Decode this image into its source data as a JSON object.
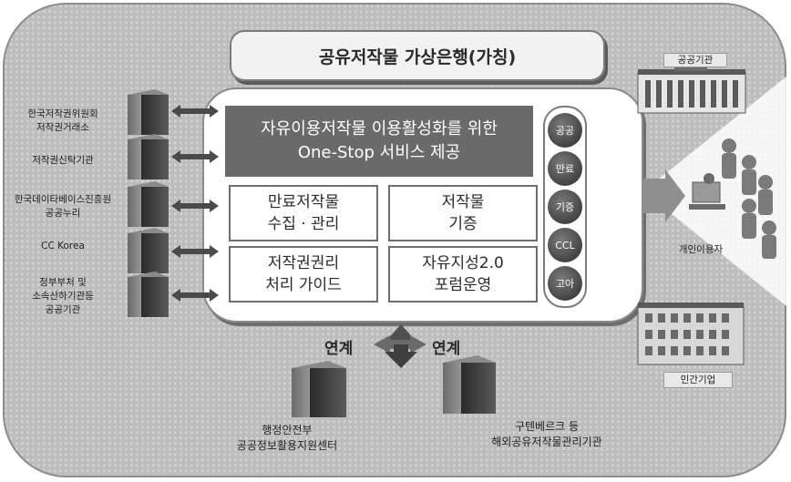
{
  "title": "공유저작물 가상은행(가칭)",
  "banner": {
    "line1": "자유이용저작물 이용활성화를 위한",
    "line2": "One-Stop 서비스 제공"
  },
  "cells": [
    {
      "line1": "만료저작물",
      "line2": "수집 · 관리"
    },
    {
      "line1": "저작물",
      "line2": "기증"
    },
    {
      "line1": "저작권권리",
      "line2": "처리 가이드"
    },
    {
      "line1": "자유지성2.0",
      "line2": "포럼운영"
    }
  ],
  "pills": [
    "공공",
    "만료",
    "기증",
    "CCL",
    "고아"
  ],
  "left_orgs": [
    [
      "한국저작권위원회",
      "저작권거래소"
    ],
    [
      "저작권신탁기관"
    ],
    [
      "한국데이타베이스진흥원",
      "공공누리"
    ],
    [
      "CC Korea"
    ],
    [
      "정부부처 및",
      "소속산하기관등",
      "공공기관"
    ]
  ],
  "right": {
    "public": "공공기관",
    "individual": "개인이용자",
    "private": "민간기업"
  },
  "bottom": {
    "link_left": "연계",
    "link_right": "연계",
    "left_org": [
      "행정안전부",
      "공공정보활용지원센터"
    ],
    "right_org": [
      "구텐베르크 등",
      "해외공유저작물관리기관"
    ]
  },
  "colors": {
    "banner": "#6a6a6a",
    "background": "#bdbdbd",
    "pill": "#4a4a4a"
  }
}
